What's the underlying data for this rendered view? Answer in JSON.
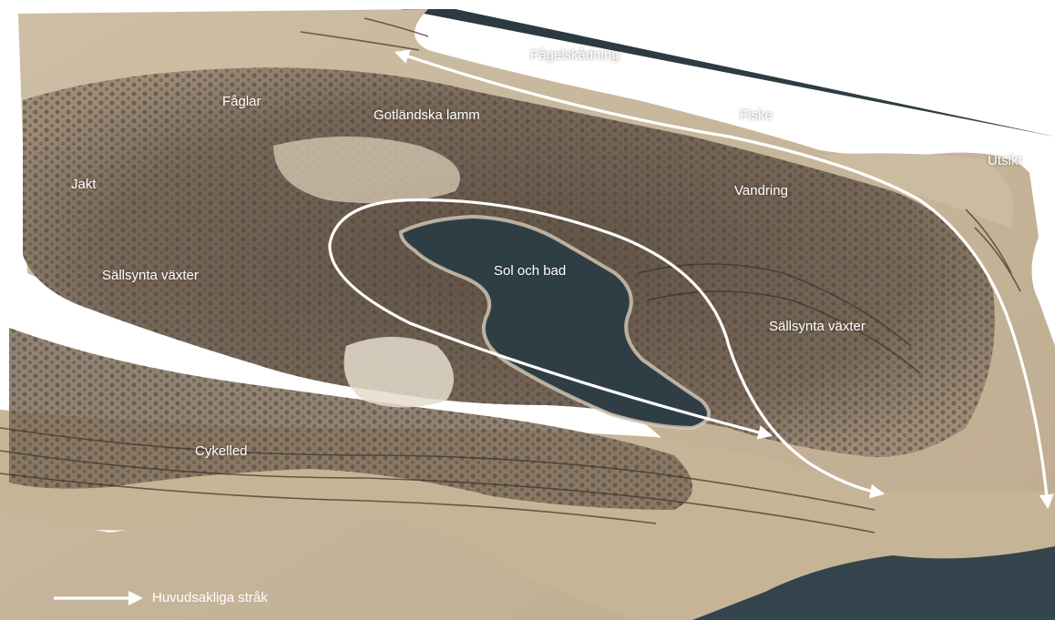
{
  "labels": {
    "faglar": "Fåglar",
    "gotlandska_lamm": "Gotländska lamm",
    "fagelskadning": "Fågelskådning",
    "fiske": "Fiske",
    "utsikt": "Utsikt",
    "jakt": "Jakt",
    "vandring": "Vandring",
    "sallsynta_vaxter_west": "Sällsynta växter",
    "sol_och_bad": "Sol och bad",
    "sallsynta_vaxter_east": "Sällsynta växter",
    "cykelled": "Cykelled"
  },
  "legend": {
    "route_label": "Huvudsakliga stråk"
  },
  "colors": {
    "water": "#2f3d44",
    "land": "#c9b79c",
    "vegetation": "#6e5f4e",
    "route": "#ffffff",
    "label": "#ffffff"
  }
}
